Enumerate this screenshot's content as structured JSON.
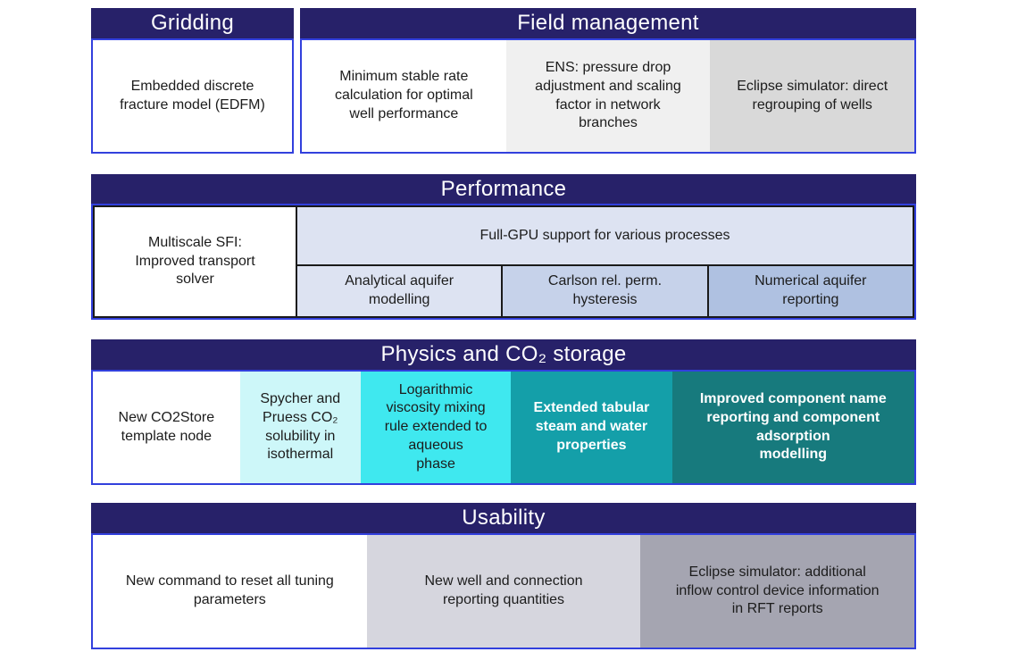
{
  "palette": {
    "header_bg": "#272169",
    "header_text": "#ffffff",
    "outline_blue": "#3240dd",
    "inner_border_black": "#1a1a1a",
    "text_dark": "#1c1c1c",
    "text_light": "#ffffff",
    "field_management_greys": [
      "#ffffff",
      "#f0f0f0",
      "#d9d9d9"
    ],
    "performance_blues": [
      "#dde3f2",
      "#dde3f2",
      "#c6d2ea",
      "#afc1e1"
    ],
    "physics_colors": [
      "#ffffff",
      "#cdf7f9",
      "#3fe8ef",
      "#149fa9",
      "#177a7d"
    ],
    "usability_greys": [
      "#ffffff",
      "#d6d6de",
      "#a5a5b1"
    ]
  },
  "sections": {
    "gridding": {
      "title": "Gridding",
      "cells": [
        {
          "text": "Embedded discrete\nfracture model (EDFM)"
        }
      ]
    },
    "field_management": {
      "title": "Field management",
      "cells": [
        {
          "text": "Minimum stable rate\ncalculation for optimal\nwell performance"
        },
        {
          "text": "ENS: pressure drop\nadjustment and scaling\nfactor in network\nbranches"
        },
        {
          "text": "Eclipse simulator: direct\nregrouping of wells"
        }
      ]
    },
    "performance": {
      "title": "Performance",
      "left_cell": {
        "text": "Multiscale SFI:\nImproved transport\nsolver"
      },
      "gpu_cell": {
        "text": "Full-GPU support for various processes"
      },
      "sub_cells": [
        {
          "text": "Analytical aquifer\nmodelling"
        },
        {
          "text": "Carlson rel. perm.\nhysteresis"
        },
        {
          "text": "Numerical aquifer\nreporting"
        }
      ]
    },
    "physics": {
      "title": "Physics and CO₂ storage",
      "cells": [
        {
          "text": "New CO2Store\ntemplate node"
        },
        {
          "text": "Spycher and\nPruess CO₂\nsolubility in\nisothermal"
        },
        {
          "text": "Logarithmic\nviscosity mixing\nrule extended to\naqueous\nphase"
        },
        {
          "text": "Extended tabular\nsteam and water\nproperties"
        },
        {
          "text": "Improved component name\nreporting and component\nadsorption\nmodelling"
        }
      ]
    },
    "usability": {
      "title": "Usability",
      "cells": [
        {
          "text": "New command to reset all tuning\nparameters"
        },
        {
          "text": "New well and connection\nreporting quantities"
        },
        {
          "text": "Eclipse simulator: additional\ninflow control device information\nin RFT reports"
        }
      ]
    }
  }
}
